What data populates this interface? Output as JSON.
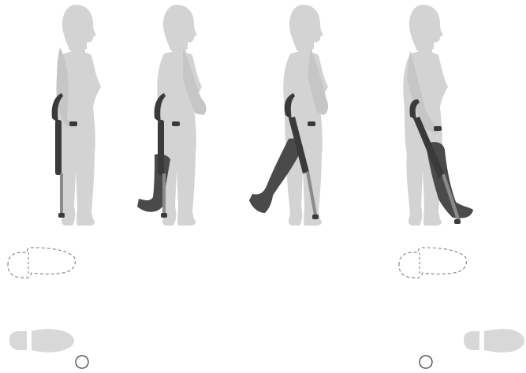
{
  "colors": {
    "background": "#ffffff",
    "body": "#d3d3d3",
    "injured_leg": "#4a4a4a",
    "crutch_main": "#3a3a3a",
    "crutch_shaft": "#8a8a8a",
    "footprint_fill": "#d8d8d8",
    "footprint_outline": "#8a8a8a",
    "crutch_marker": "#333333"
  },
  "illustration": {
    "description_icons": [
      "standing-figure-icon",
      "crutch-icon",
      "footprint-icon",
      "crutch-tip-marker-icon"
    ],
    "steps": [
      {
        "step": 1,
        "leg_state": "both-standing"
      },
      {
        "step": 2,
        "leg_state": "injured-leg-behind"
      },
      {
        "step": 3,
        "leg_state": "injured-leg-stepping-back"
      },
      {
        "step": 4,
        "leg_state": "injured-leg-forward"
      }
    ],
    "footprint_groups": [
      {
        "group": "left",
        "items": [
          "dashed-footprint",
          "solid-footprint",
          "crutch-tip-marker"
        ]
      },
      {
        "group": "right",
        "items": [
          "dashed-footprint",
          "solid-footprint",
          "crutch-tip-marker"
        ]
      }
    ]
  }
}
